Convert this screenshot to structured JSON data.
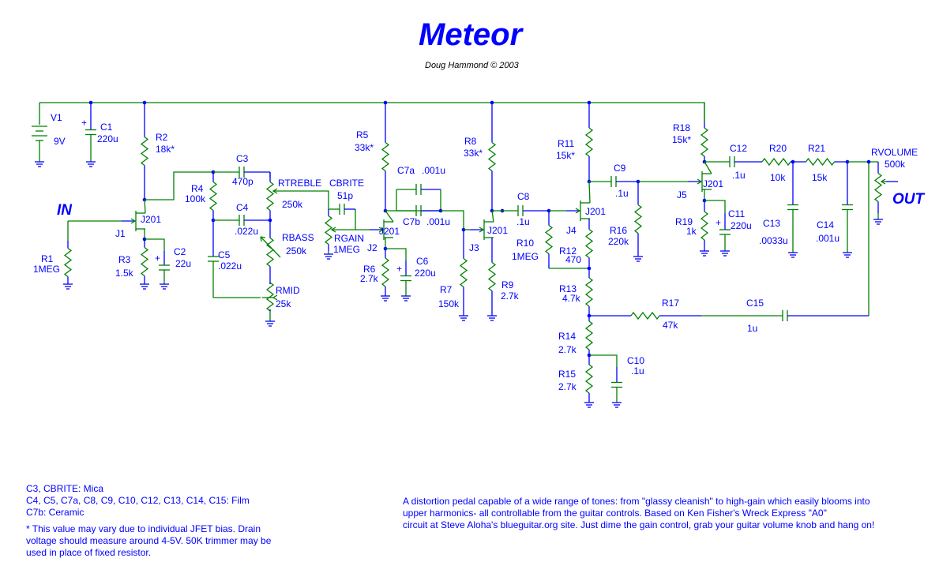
{
  "title": "Meteor",
  "author": "Doug Hammond © 2003",
  "io": {
    "input": "IN",
    "output": "OUT"
  },
  "components": {
    "V1": {
      "name": "V1",
      "value": "9V"
    },
    "C1": {
      "name": "C1",
      "value": "220u"
    },
    "R1": {
      "name": "R1",
      "value": "1MEG"
    },
    "R2": {
      "name": "R2",
      "value": "18k*"
    },
    "R3": {
      "name": "R3",
      "value": "1.5k"
    },
    "C2": {
      "name": "C2",
      "value": "22u"
    },
    "J1": {
      "name": "J1",
      "value": "J201"
    },
    "R4": {
      "name": "R4",
      "value": "100k"
    },
    "C3": {
      "name": "C3",
      "value": "470p"
    },
    "C4": {
      "name": "C4",
      "value": ".022u"
    },
    "C5": {
      "name": "C5",
      "value": ".022u"
    },
    "RTREBLE": {
      "name": "RTREBLE",
      "value": "250k"
    },
    "RBASS": {
      "name": "RBASS",
      "value": "250k"
    },
    "RMID": {
      "name": "RMID",
      "value": "25k"
    },
    "CBRITE": {
      "name": "CBRITE",
      "value": "51p"
    },
    "RGAIN": {
      "name": "RGAIN",
      "value": "1MEG"
    },
    "J2": {
      "name": "J2",
      "value": "J201"
    },
    "R5": {
      "name": "R5",
      "value": "33k*"
    },
    "R6": {
      "name": "R6",
      "value": "2.7k"
    },
    "C6": {
      "name": "C6",
      "value": "220u"
    },
    "C7a": {
      "name": "C7a",
      "value": ".001u"
    },
    "C7b": {
      "name": "C7b",
      "value": ".001u"
    },
    "R7": {
      "name": "R7",
      "value": "150k"
    },
    "J3": {
      "name": "J3",
      "value": "J201"
    },
    "R8": {
      "name": "R8",
      "value": "33k*"
    },
    "R9": {
      "name": "R9",
      "value": "2.7k"
    },
    "C8": {
      "name": "C8",
      "value": ".1u"
    },
    "R10": {
      "name": "R10",
      "value": "1MEG"
    },
    "J4": {
      "name": "J4",
      "value": "J201"
    },
    "R11": {
      "name": "R11",
      "value": "15k*"
    },
    "R12": {
      "name": "R12",
      "value": "470"
    },
    "R13": {
      "name": "R13",
      "value": "4.7k"
    },
    "R14": {
      "name": "R14",
      "value": "2.7k"
    },
    "R15": {
      "name": "R15",
      "value": "2.7k"
    },
    "C10": {
      "name": "C10",
      "value": ".1u"
    },
    "C9": {
      "name": "C9",
      "value": ".1u"
    },
    "R16": {
      "name": "R16",
      "value": "220k"
    },
    "R17": {
      "name": "R17",
      "value": "47k"
    },
    "C15": {
      "name": "C15",
      "value": "1u"
    },
    "J5": {
      "name": "J5",
      "value": "J201"
    },
    "R18": {
      "name": "R18",
      "value": "15k*"
    },
    "R19": {
      "name": "R19",
      "value": "1k"
    },
    "C11": {
      "name": "C11",
      "value": "220u"
    },
    "C12": {
      "name": "C12",
      "value": ".1u"
    },
    "R20": {
      "name": "R20",
      "value": "10k"
    },
    "R21": {
      "name": "R21",
      "value": "15k"
    },
    "C13": {
      "name": "C13",
      "value": ".0033u"
    },
    "C14": {
      "name": "C14",
      "value": ".001u"
    },
    "RVOLUME": {
      "name": "RVOLUME",
      "value": "500k"
    }
  },
  "notes": [
    "C3, CBRITE: Mica",
    "C4, C5, C7a, C8, C9, C10, C12, C13, C14, C15: Film",
    "C7b: Ceramic",
    "* This value may vary due to individual JFET bias. Drain",
    "voltage should measure around 4-5V. 50K trimmer may be",
    "used in place of fixed resistor."
  ],
  "description": [
    "A distortion pedal capable of a wide range of tones: from \"glassy cleanish\" to high-gain which easily blooms into",
    "upper harmonics- all controllable from the guitar controls. Based on Ken Fisher's  Wreck Express \"A0\"",
    "circuit at Steve Aloha's blueguitar.org site. Just dime the gain control, grab your guitar volume knob and hang on!"
  ]
}
